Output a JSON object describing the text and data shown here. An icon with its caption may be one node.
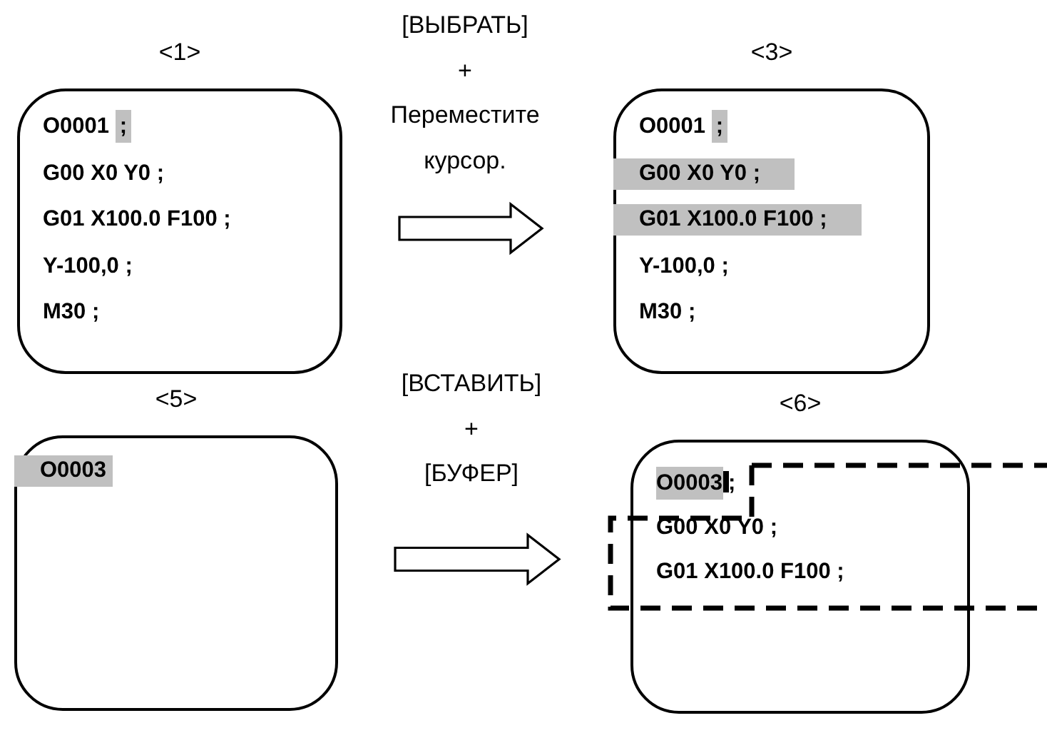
{
  "diagram": {
    "nodes": [
      {
        "text": [
          "<1>",
          "O0001 ;",
          "G00 X0 Y0 ;",
          "G01 X100.0 F100 ;",
          "Y-100,0 ;",
          "M30 ;"
        ]
      },
      {
        "text": [
          "<3>",
          "O0001 ;",
          "G00 X0 Y0 ;",
          "G01 X100.0 F100 ;",
          "Y-100,0 ;",
          "M30 ;"
        ]
      },
      {
        "text": [
          "<5>",
          "O0003"
        ]
      },
      {
        "text": [
          "<6>",
          "O0003;",
          "G00 X0 Y0 ;",
          "G01 X100.0 F100 ;"
        ]
      }
    ],
    "edges": [
      {
        "from": 0,
        "to": 1,
        "arrow": "to",
        "label": "[ВЫБРАТЬ] + Переместите курсор."
      },
      {
        "from": 2,
        "to": 3,
        "arrow": "to",
        "label": "[ВСТАВИТЬ] + [БУФЕР]"
      }
    ]
  }
}
